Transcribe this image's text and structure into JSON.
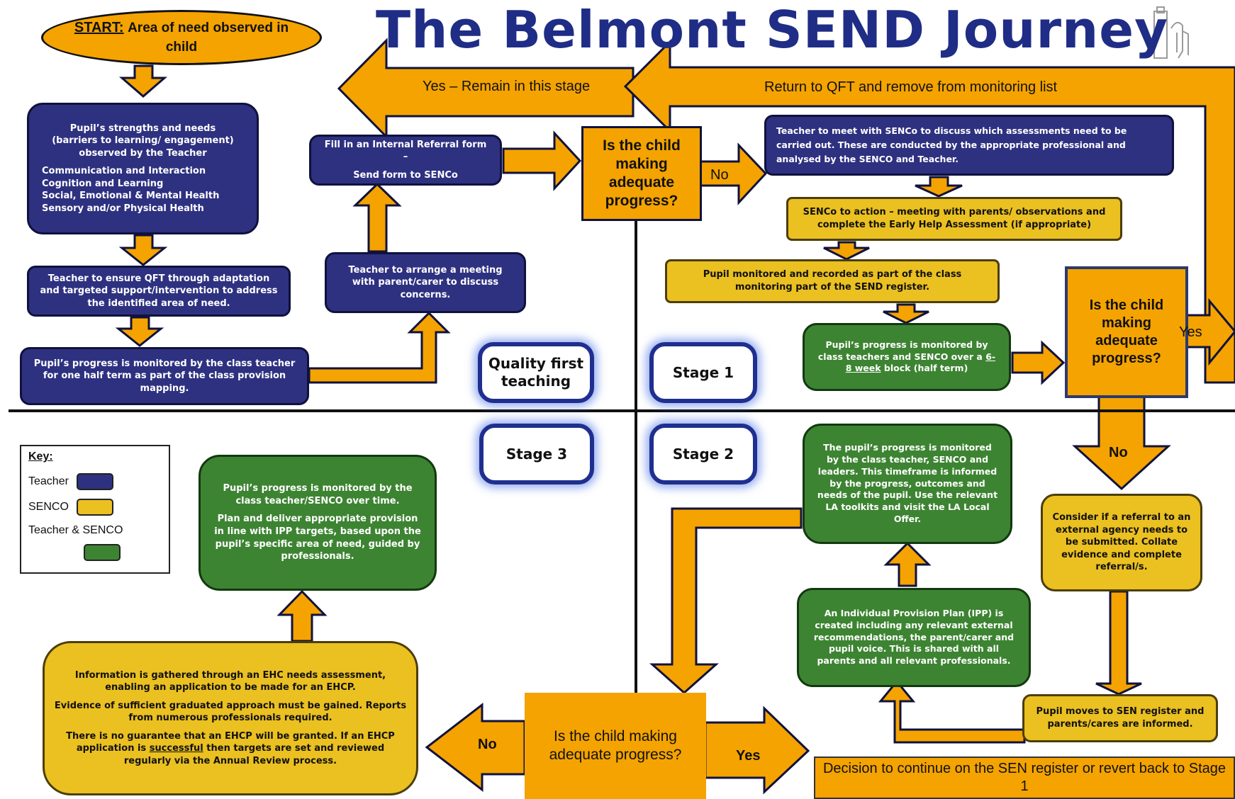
{
  "title": "The Belmont SEND Journey",
  "logo_icon": "belmont-crest-icon",
  "colors": {
    "teacher": "#2e3180",
    "senco": "#ebc021",
    "teacher_senco": "#3d8432",
    "arrow": "#f4a300",
    "title": "#1f2d86"
  },
  "start": {
    "label": "START:",
    "text": "Area of need observed in child"
  },
  "qft": {
    "strengths": {
      "lines": [
        "Pupil’s strengths and needs",
        "(barriers to learning/ engagement)",
        "observed by the Teacher"
      ],
      "areas": [
        "Communication and Interaction",
        "Cognition and Learning",
        "Social, Emotional & Mental Health",
        "Sensory and/or Physical Health"
      ]
    },
    "ensure_qft": "Teacher to ensure QFT through adaptation and targeted support/intervention to address the identified area of need.",
    "monitor_half_term": "Pupil’s progress is monitored by the class teacher for one half term as part of the class provision mapping.",
    "arrange_meeting": "Teacher to arrange a meeting with parent/carer to discuss concerns.",
    "referral_form": {
      "line1": "Fill in an Internal Referral form –",
      "line2": "Send form to SENCo"
    }
  },
  "top_arrows": {
    "remain": "Yes – Remain in this stage",
    "return_qft": "Return to QFT and remove from monitoring list"
  },
  "decision_text": "Is the child making adequate progress?",
  "labels": {
    "yes": "Yes",
    "no": "No"
  },
  "stage1": {
    "meet_senco": "Teacher to meet with SENCo to discuss which assessments need to be carried out.  These are conducted by the appropriate professional and analysed by the SENCO and Teacher.",
    "senco_action": "SENCo to action – meeting with parents/ observations and complete the Early Help Assessment (if appropriate)",
    "monitoring_part": "Pupil monitored and recorded as part of the class monitoring part of the SEND register.",
    "monitor_block": {
      "before": "Pupil’s progress is monitored by class teachers and SENCO over a ",
      "underlined": "6-8 week",
      "after": " block (half term)"
    },
    "consider_referral": "Consider if a referral to an external agency needs to be submitted. Collate evidence and complete referral/s.",
    "sen_register": "Pupil moves to SEN register and parents/cares are informed."
  },
  "stage2": {
    "ipp": "An Individual Provision Plan (IPP) is created including any relevant external recommendations, the parent/carer and pupil voice.  This is shared with all parents and all relevant professionals.",
    "monitored": "The pupil’s progress is monitored by the class teacher, SENCO and leaders.  This timeframe is informed by the progress, outcomes and needs of the pupil. Use the relevant LA toolkits and visit the LA Local Offer.",
    "decision_continue": "Decision to continue on the SEN register or revert back to Stage 1"
  },
  "stage3": {
    "monitored_p1": "Pupil’s progress is monitored by the class teacher/SENCO over time.",
    "monitored_p2": "Plan and deliver appropriate provision in line with IPP targets, based upon the pupil’s specific area of need, guided by professionals.",
    "ehc_p1": "Information is gathered through an EHC needs assessment, enabling an application to be made for an EHCP.",
    "ehc_p2": "Evidence of sufficient graduated approach must be gained. Reports from numerous professionals required.",
    "ehc_p3_before": "There is no guarantee that an EHCP will be granted. If an EHCP application is ",
    "ehc_p3_underlined": "successful",
    "ehc_p3_after": " then targets are set and reviewed regularly via the Annual Review process."
  },
  "stage_labels": {
    "qft": "Quality first teaching",
    "stage1": "Stage 1",
    "stage2": "Stage 2",
    "stage3": "Stage 3"
  },
  "key": {
    "title": "Key:",
    "items": [
      "Teacher",
      "SENCO",
      "Teacher & SENCO"
    ]
  }
}
